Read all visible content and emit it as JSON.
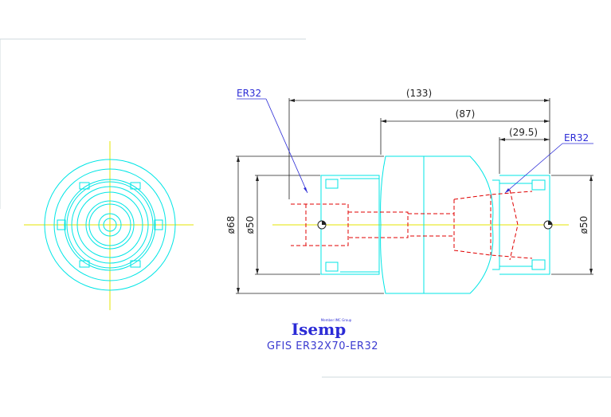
{
  "drawing": {
    "product_code": "GFIS ER32X70-ER32",
    "logo": {
      "brand": "Isemp",
      "tagline": "Member IMC Group"
    },
    "callouts": {
      "left": "ER32",
      "right": "ER32"
    },
    "dimensions": {
      "overall_length": "(133)",
      "body_length": "(87)",
      "nose_length": "(29.5)",
      "body_diameter": "ø68",
      "left_diameter": "ø50",
      "right_diameter": "ø50"
    },
    "colors": {
      "outline": "#00e5e5",
      "hidden": "#e00000",
      "centerline": "#e6e600",
      "dimension": "#222222",
      "callout": "#2b2bd6",
      "frame": "#cfd8dc"
    }
  }
}
